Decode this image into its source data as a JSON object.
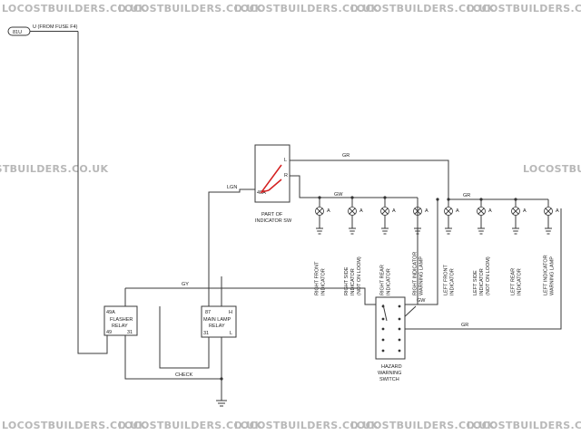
{
  "watermark": {
    "text": "LOCOSTBUILDERS.CO.UK"
  },
  "supply": {
    "tag": "81U",
    "label": "U (FROM FUSE F4)"
  },
  "indicator_switch": {
    "pin_l": "L",
    "pin_r": "R",
    "pin_49a": "49A",
    "caption_line1": "PART OF",
    "caption_line2": "INDICATOR SW"
  },
  "wires": {
    "lgn": "LGN",
    "gr_top": "GR",
    "gw": "GW",
    "gr_left": "GR",
    "gy": "GY",
    "gw_hazard": "GW",
    "gr_bottom": "GR",
    "check": "CHECK"
  },
  "flasher_relay": {
    "pin_49a": "49A",
    "name_line1": "FLASHER",
    "name_line2": "RELAY",
    "pin_49": "49",
    "pin_31": "31"
  },
  "main_lamp_relay": {
    "pin_87": "87",
    "pin_h": "H",
    "name_line1": "MAIN LAMP",
    "name_line2": "RELAY",
    "pin_31": "31",
    "pin_l": "L"
  },
  "hazard_switch": {
    "line1": "HAZARD",
    "line2": "WARNING",
    "line3": "SWITCH"
  },
  "lamps": [
    {
      "lines": [
        "RIGHT FRONT",
        "INDICATOR"
      ],
      "mark": "A"
    },
    {
      "lines": [
        "RIGHT SIDE",
        "INDICATOR",
        "(NOT ON LOOM)"
      ],
      "mark": "A"
    },
    {
      "lines": [
        "RIGHT REAR",
        "INDICATOR"
      ],
      "mark": "A"
    },
    {
      "lines": [
        "RIGHT INDICATOR",
        "WARNING LAMP"
      ],
      "mark": "A"
    },
    {
      "lines": [
        "LEFT FRONT",
        "INDICATOR"
      ],
      "mark": "A"
    },
    {
      "lines": [
        "LEFT SIDE",
        "INDICATOR",
        "(NOT ON LOOM)"
      ],
      "mark": "A"
    },
    {
      "lines": [
        "LEFT REAR",
        "INDICATOR"
      ],
      "mark": "A"
    },
    {
      "lines": [
        "LEFT INDICATOR",
        "WARNING LAMP"
      ],
      "mark": "A"
    }
  ],
  "colors": {
    "wire": "#3a3a3a",
    "switch_arm": "#d42020",
    "watermark": "#b8b8b8"
  }
}
